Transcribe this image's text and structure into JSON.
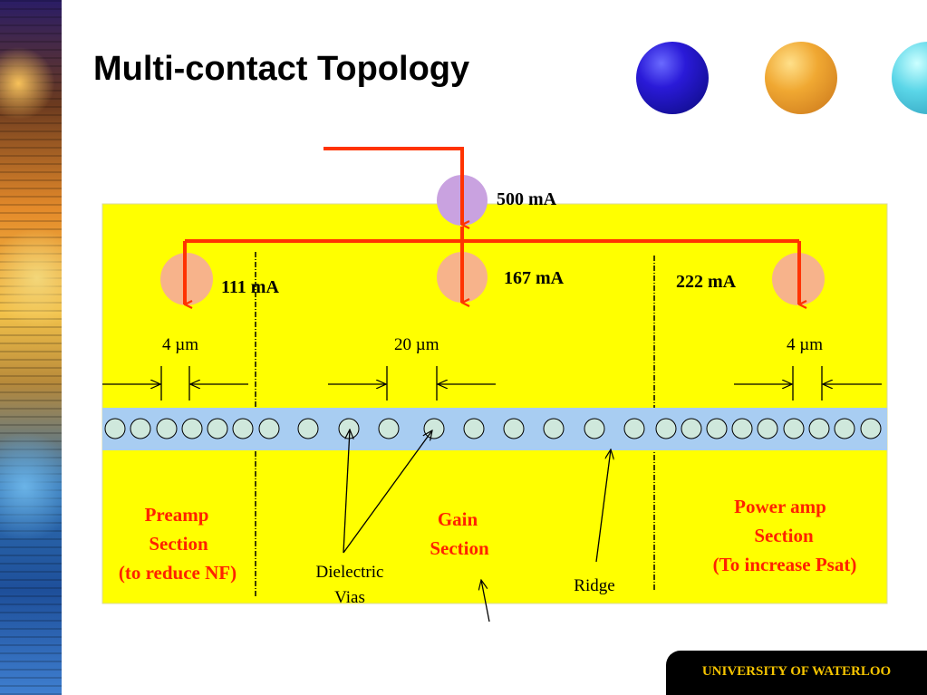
{
  "title": "Multi-contact Topology",
  "logo": "UNIVERSITY OF WATERLOO",
  "diagram": {
    "total_current": "500 mA",
    "contacts": [
      {
        "current": "111 mA"
      },
      {
        "current": "167 mA"
      },
      {
        "current": "222 mA"
      }
    ],
    "spacings": [
      "4 µm",
      "20 µm",
      "4 µm"
    ],
    "sections": {
      "preamp": [
        "Preamp",
        "Section",
        "(to reduce NF)"
      ],
      "gain": [
        "Gain",
        "Section"
      ],
      "power": [
        "Power amp",
        "Section",
        "(To increase Psat)"
      ]
    },
    "dielectric_vias": [
      "Dielectric",
      "Vias"
    ],
    "ridge": "Ridge"
  },
  "colors": {
    "device_bg": "#ffff00",
    "ridge": "#a8cdf2",
    "via_fill": "#cfe8dc",
    "wire": "#ff3300",
    "contact_pad": "#f7b38b",
    "top_pad": "#c9a2e0",
    "section_text": "#ff2200"
  }
}
